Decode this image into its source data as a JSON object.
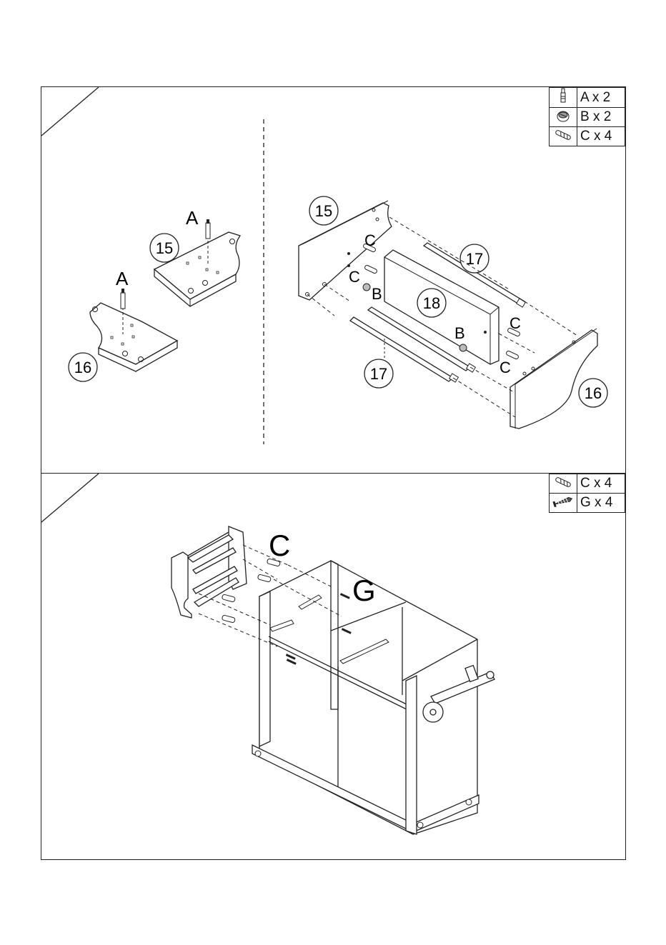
{
  "step1": {
    "parts": [
      {
        "icon": "cam-bolt-icon",
        "label": "A x 2"
      },
      {
        "icon": "cam-lock-icon",
        "label": "B x 2"
      },
      {
        "icon": "wood-dowel-icon",
        "label": "C x 4"
      }
    ],
    "left_detail": {
      "panel_15": "15",
      "panel_16": "16",
      "bolt_a_1": "A",
      "bolt_a_2": "A"
    },
    "right_detail": {
      "panel_15": "15",
      "panel_16": "16",
      "panel_18": "18",
      "rod_17_top": "17",
      "rod_17_bottom": "17",
      "dowel_c_1": "C",
      "dowel_c_2": "C",
      "dowel_c_3": "C",
      "dowel_c_4": "C",
      "cam_b_1": "B",
      "cam_b_2": "B"
    }
  },
  "step2": {
    "parts": [
      {
        "icon": "wood-dowel-icon",
        "label": "C x 4"
      },
      {
        "icon": "screw-icon",
        "label": "G x 4"
      }
    ],
    "callouts": {
      "dowel_c": "C",
      "screw_g": "G"
    }
  },
  "colors": {
    "line": "#222222",
    "background": "#ffffff"
  }
}
